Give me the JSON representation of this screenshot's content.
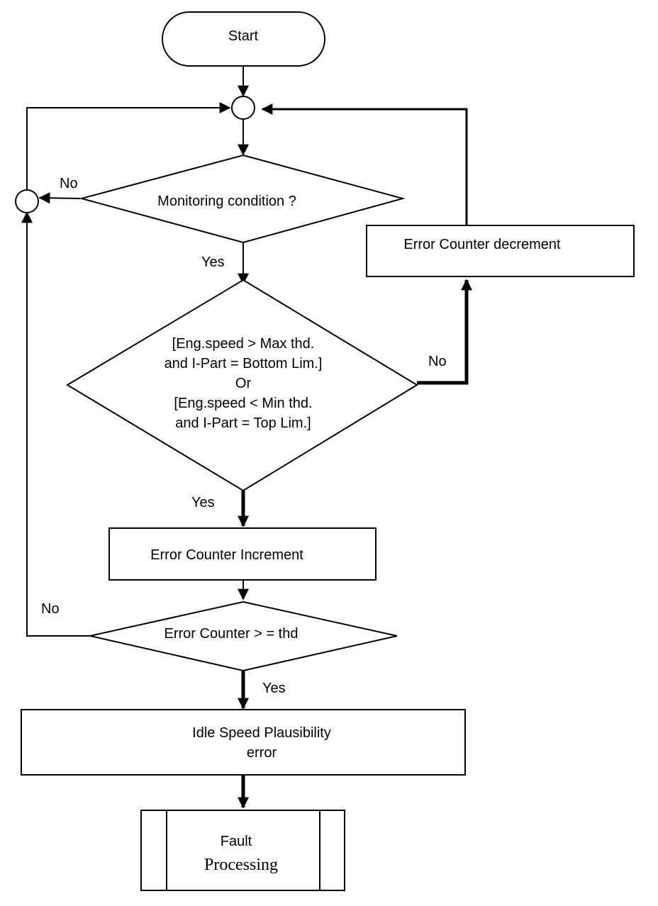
{
  "colors": {
    "stroke": "#000000",
    "background": "#ffffff"
  },
  "nodes": {
    "start": "Start",
    "monitoring": "Monitoring condition ?",
    "condition_lines": [
      "[Eng.speed > Max thd.",
      "and I-Part = Bottom Lim.]",
      "Or",
      "[Eng.speed < Min thd.",
      "and I-Part = Top Lim.]"
    ],
    "decrement": "Error Counter decrement",
    "increment": "Error Counter Increment",
    "threshold": "Error Counter > = thd",
    "plausibility_lines": [
      "Idle Speed Plausibility",
      "error"
    ],
    "fault_lines": [
      "Fault",
      "Processing"
    ]
  },
  "edges": {
    "monitoring_no": "No",
    "monitoring_yes": "Yes",
    "condition_no": "No",
    "condition_yes": "Yes",
    "threshold_no": "No",
    "threshold_yes": "Yes"
  }
}
